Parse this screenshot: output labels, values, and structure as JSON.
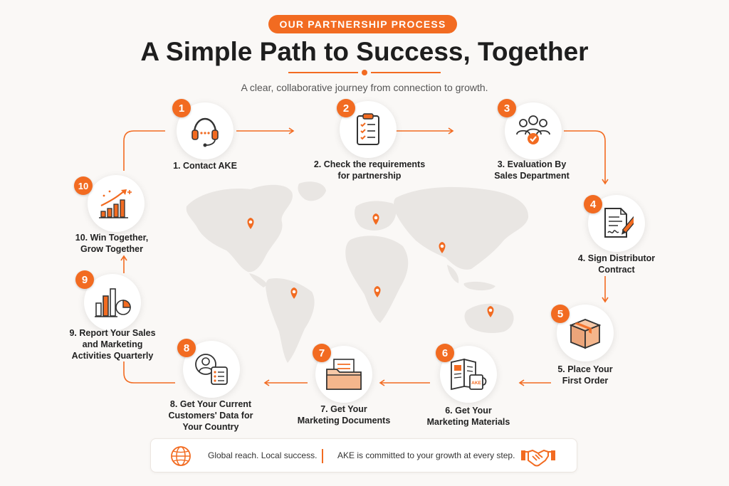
{
  "header": {
    "badge": "OUR PARTNERSHIP PROCESS",
    "title": "A Simple Path to Success, Together",
    "subtitle": "A clear, collaborative journey from connection to growth."
  },
  "colors": {
    "accent": "#f26b21",
    "text": "#222222",
    "background": "#faf8f6"
  },
  "steps": [
    {
      "number": "1",
      "icon": "headset-icon",
      "label_lines": [
        "1. Contact AKE"
      ]
    },
    {
      "number": "2",
      "icon": "clipboard-checklist-icon",
      "label_lines": [
        "2. Check the requirements",
        "for partnership"
      ]
    },
    {
      "number": "3",
      "icon": "team-check-icon",
      "label_lines": [
        "3. Evaluation By",
        "Sales Department"
      ]
    },
    {
      "number": "4",
      "icon": "contract-sign-icon",
      "label_lines": [
        "4. Sign Distributor",
        "Contract"
      ]
    },
    {
      "number": "5",
      "icon": "package-box-icon",
      "label_lines": [
        "5. Place Your",
        "First Order"
      ]
    },
    {
      "number": "6",
      "icon": "brochure-mug-icon",
      "label_lines": [
        "6. Get Your",
        "Marketing Materials"
      ],
      "mug_text": "AKE"
    },
    {
      "number": "7",
      "icon": "folder-documents-icon",
      "label_lines": [
        "7. Get Your",
        "Marketing Documents"
      ]
    },
    {
      "number": "8",
      "icon": "customer-profile-icon",
      "label_lines": [
        "8. Get Your Current",
        "Customers' Data for",
        "Your Country"
      ]
    },
    {
      "number": "9",
      "icon": "report-chart-icon",
      "label_lines": [
        "9. Report Your Sales",
        "and Marketing",
        "Activities Quarterly"
      ]
    },
    {
      "number": "10",
      "icon": "growth-chart-icon",
      "label_lines": [
        "10. Win Together,",
        "Grow Together"
      ]
    }
  ],
  "map": {
    "icon": "world-map-icon",
    "pins": 6,
    "pin_icon": "location-pin-icon"
  },
  "footer": {
    "left_icon": "globe-icon",
    "left_text": "Global reach. Local success.",
    "right_text": "AKE is committed to your growth at every step.",
    "right_icon": "handshake-icon"
  }
}
